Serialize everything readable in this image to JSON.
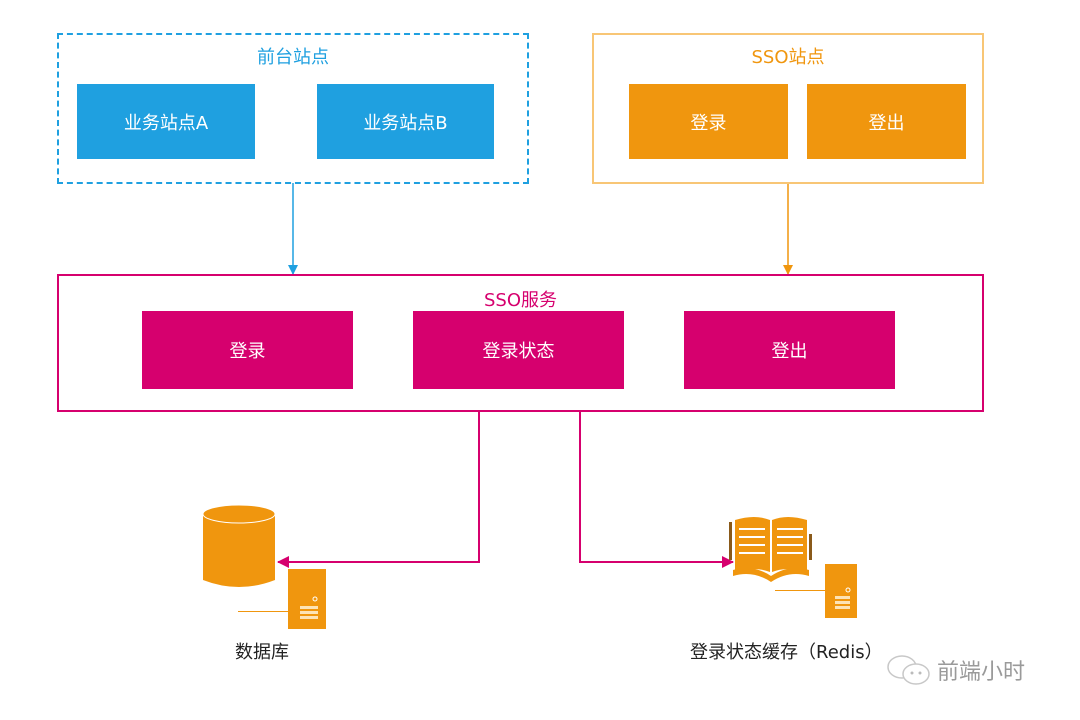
{
  "frontend_group": {
    "title": "前台站点",
    "color": "#1fa0e0",
    "items": [
      {
        "label": "业务站点A"
      },
      {
        "label": "业务站点B"
      }
    ]
  },
  "sso_site_group": {
    "title": "SSO站点",
    "color": "#f0960e",
    "border_color": "#f8c676",
    "items": [
      {
        "label": "登录"
      },
      {
        "label": "登出"
      }
    ]
  },
  "sso_service_group": {
    "title": "SSO服务",
    "color": "#d6006e",
    "items": [
      {
        "label": "登录"
      },
      {
        "label": "登录状态"
      },
      {
        "label": "登出"
      }
    ]
  },
  "storage": {
    "database": {
      "label": "数据库",
      "icon": "database-icon"
    },
    "cache": {
      "label": "登录状态缓存（Redis）",
      "icon": "book-icon"
    }
  },
  "watermark": {
    "text": "前端小时",
    "icon": "wechat-icon"
  }
}
